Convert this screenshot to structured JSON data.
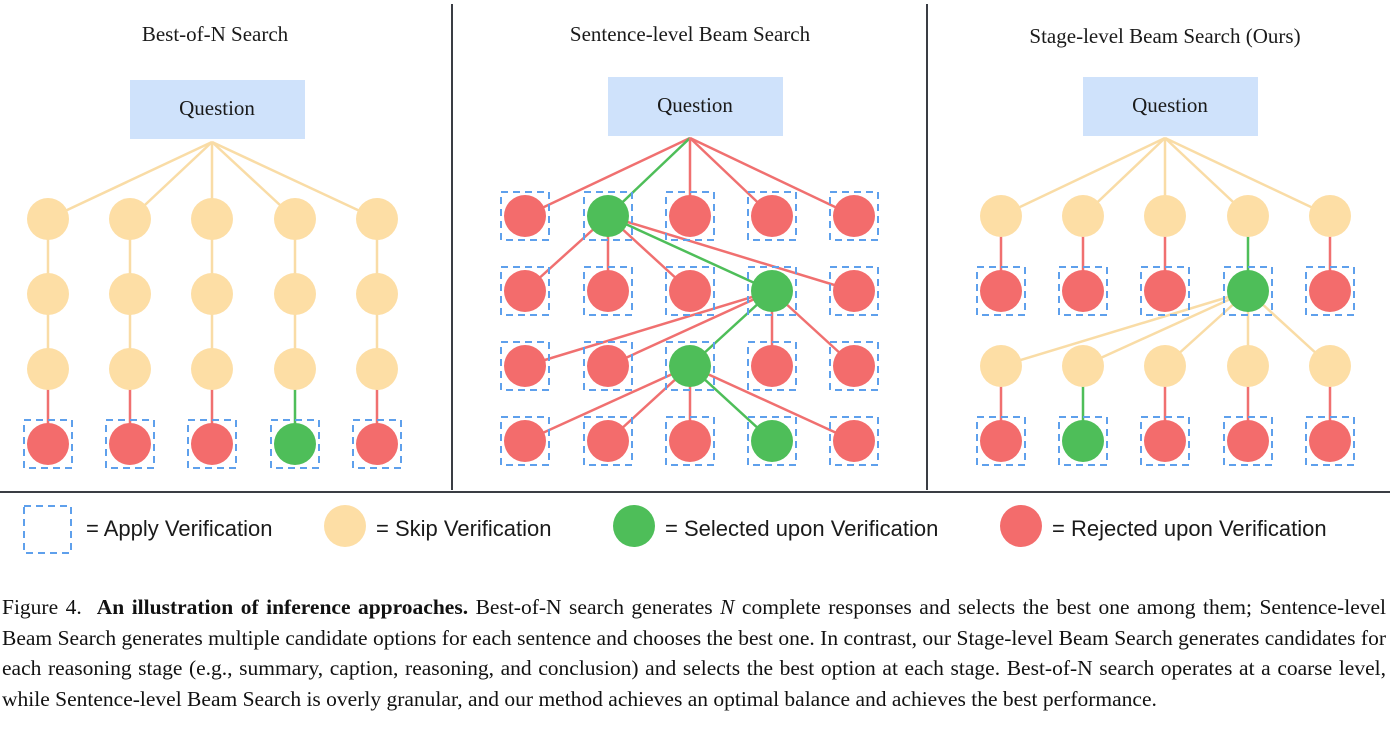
{
  "colors": {
    "question_fill": "#cfe2fb",
    "skip": "#fddea5",
    "selected": "#4ebe59",
    "rejected": "#f36c6c",
    "verify_border": "#5ea0ec",
    "edge_skip": "#f9dca6",
    "edge_selected": "#4ebe59",
    "edge_rejected": "#f07070",
    "divider": "#3a3d44"
  },
  "panels": [
    {
      "title": "Best-of-N Search",
      "question": "Question"
    },
    {
      "title": "Sentence-level Beam Search",
      "question": "Question"
    },
    {
      "title": "Stage-level Beam Search (Ours)",
      "question": "Question"
    }
  ],
  "legend": {
    "apply_verification": "=  Apply Verification",
    "skip_verification": "=  Skip Verification",
    "selected": "=  Selected upon Verification",
    "rejected": "=  Rejected upon Verification"
  },
  "caption": {
    "prefix": "Figure 4.",
    "bold": "An illustration of inference approaches.",
    "part1": " Best-of-N search generates ",
    "n": "N",
    "part2": " complete responses and selects the best one among them; Sentence-level Beam Search generates multiple candidate options for each sentence and chooses the best one. In contrast, our Stage-level Beam Search generates candidates for each reasoning stage (e.g., summary, caption, reasoning, and conclusion) and selects the best option at each stage. Best-of-N search operates at a coarse level, while Sentence-level Beam Search is overly granular, and our method achieves an optimal balance and achieves the best performance."
  }
}
